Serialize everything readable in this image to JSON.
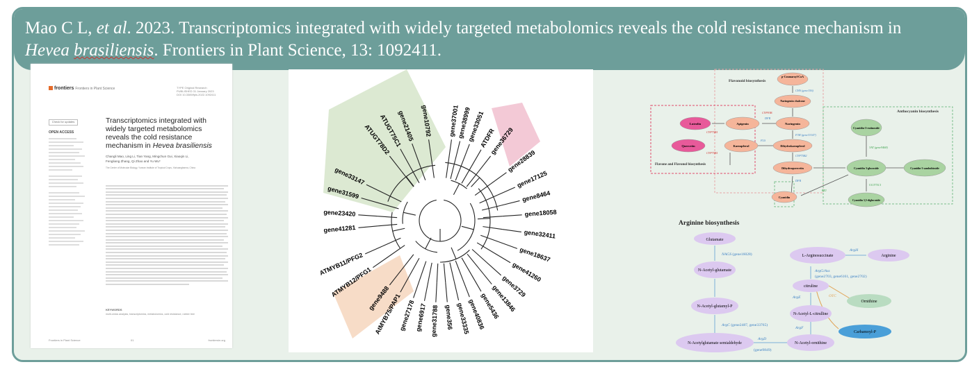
{
  "citation": {
    "authors": "Mao C L, ",
    "etal": "et al",
    "year_title": ". 2023. Transcriptomics integrated with widely targeted metabolomics reveals the cold resistance mechanism in ",
    "species_genus": "Hevea",
    "species_epithet": "brasiliensis",
    "journal": ". Frontiers in Plant Science, 13: 1092411."
  },
  "paper": {
    "logo": "frontiers",
    "journal_small": "Frontiers in Plant Science",
    "type_label": "TYPE Original Research",
    "published_label": "PUBLISHED 31 January 2023",
    "doi_label": "DOI 10.3389/fpls.2022.1092411",
    "check_updates": "Check for updates",
    "open_access": "OPEN ACCESS",
    "title_line1": "Transcriptomics integrated with",
    "title_line2": "widely targeted metabolomics",
    "title_line3": "reveals the cold resistance",
    "title_line4a": "mechanism in ",
    "title_line4b": "Hevea brasiliensis",
    "authors_line1": "Changli Mao, Ling Li, Tian Yang, Mingchun Gui, Xiaoqin Li,",
    "authors_line2": "Fengliang Zhang, Qi Zhao and Yu Wu*",
    "affiliation": "The Center of Molecular Biology, Yunnan Institute of Tropical Crops, Xishuangbanna, China",
    "keywords_label": "KEYWORDS",
    "keywords": "multi-omics analysis, transcriptomics, metabolomics, cold resistance, rubber tree",
    "footer_left": "Frontiers in Plant Science",
    "footer_mid": "01",
    "footer_right": "frontiersin.org"
  },
  "tree": {
    "labels": [
      {
        "text": "gene37001",
        "angle": -82
      },
      {
        "text": "gene38999",
        "angle": -76
      },
      {
        "text": "gene33051",
        "angle": -69
      },
      {
        "text": "ATDFR",
        "angle": -60
      },
      {
        "text": "gene36729",
        "angle": -52
      },
      {
        "text": "gene28839",
        "angle": -36
      },
      {
        "text": "gene17125",
        "angle": -24
      },
      {
        "text": "gene8464",
        "angle": -14
      },
      {
        "text": "gene18058",
        "angle": -4
      },
      {
        "text": "gene32411",
        "angle": 8
      },
      {
        "text": "gene18637",
        "angle": 20
      },
      {
        "text": "gene41260",
        "angle": 31
      },
      {
        "text": "gene3729",
        "angle": 42
      },
      {
        "text": "gene13846",
        "angle": 51
      },
      {
        "text": "gene5436",
        "angle": 60
      },
      {
        "text": "gene40836",
        "angle": 69
      },
      {
        "text": "gene33335",
        "angle": 77
      },
      {
        "text": "gene356",
        "angle": 85
      },
      {
        "text": "gene31788",
        "angle": 93
      },
      {
        "text": "gene6917",
        "angle": 101
      },
      {
        "text": "gene27178",
        "angle": 109
      },
      {
        "text": "AtMYB75/PAP1",
        "angle": 119
      },
      {
        "text": "gene9488",
        "angle": 128
      },
      {
        "text": "ATMYB12/PFG1",
        "angle": 145
      },
      {
        "text": "ATMYB11/PFG2",
        "angle": 156
      },
      {
        "text": "gene41281",
        "angle": 175
      },
      {
        "text": "gene23420",
        "angle": 184
      },
      {
        "text": "gene31599",
        "angle": 196
      },
      {
        "text": "gene33147",
        "angle": 206
      },
      {
        "text": "ATUGT78D2",
        "angle": 232
      },
      {
        "text": "ATUGT75C1",
        "angle": 241
      },
      {
        "text": "gene21405",
        "angle": 250
      },
      {
        "text": "gene10792",
        "angle": 262
      }
    ]
  },
  "flavonoid": {
    "title": "Flavonoid biosynthesis",
    "anthocyanin_title": "Anthocyanin biosynthesis",
    "flavone_title": "Flavone and Flavonol biosynthesis",
    "nodes": {
      "pcoumaroyl": "p-Coumaroyl-CoA",
      "naringenin_chalcone": "Naringenin chalcone",
      "naringenin": "Naringenin",
      "apigenin": "Apigenin",
      "luteolin": "Luteolin",
      "kaempferol": "Kaempferol",
      "dihydrokaempferol": "Dihydrokaempferol",
      "quercetin": "Quercetin",
      "dihydroquercetin": "Dihydroquercetin",
      "cyanidin": "Cyanidin",
      "cyanidin3_rutinoside": "Cyanidin-3-rutinoside",
      "cyanidin3_glucoside": "Cyanidin 3-glucoside",
      "cyanidin3_sambubioside": "Cyanidin-3-sambubioside",
      "cyanidin35_diglucoside": "Cyanidin 3,5-diglucoside"
    },
    "enzymes": {
      "chs": "CHS (gene356)",
      "cyp93b": "CYP93B",
      "dfr_top": "DFR",
      "f3h": "F3H (gene33147)",
      "cyp75b1_a": "CYP75B1",
      "fls": "FLS",
      "cyp75b2": "CYP75B2",
      "cyp75b1_b": "CYP75B1",
      "dfr_bottom": "DFR",
      "sat": "3AT (gene9468)",
      "ugt75c1": "UGT75C1",
      "bz1": "BZ1"
    }
  },
  "arginine": {
    "title": "Arginine biosynthesis",
    "nodes": {
      "glutamate": "Glutamate",
      "n_acetyl_glutamate": "N-Acetyl-glutamate",
      "n_acetyl_glutamyl_p": "N-Acetyl-glutamyl-P",
      "n_acetylglutamate_semialdehyde": "N-Acetylglutamate semialdehyde",
      "n_acetyl_ornithine": "N-Acetyl-ornithine",
      "n_acetyl_l_citrulline": "N-Acetyl-L-citrulline",
      "citruline": "citruline",
      "l_arginosuccinate": "L-Arginosuccinate",
      "arginine": "Arginine",
      "ornithine": "Ornithine",
      "carbamoyl_p": "Carbamoyl-P"
    },
    "enzymes": {
      "nags": "NAGS",
      "nags_gene": " (gene16028)",
      "argc": "ArgC",
      "argc_gene": " (gene2487, gene33765)",
      "argd": "ArgD",
      "argd_gene": "(gene9849)",
      "argf": "ArgF",
      "arge": "ArgE",
      "otc": "OTC",
      "arggas": "ArgG/Ass",
      "arggas_gene": "(gene2703, gene6161, gene2702)",
      "argh": "ArgH"
    }
  },
  "colors": {
    "banner": "#6d9e9a",
    "card_bg": "#e9f1ea",
    "green_clade": "#dce9d2",
    "pink_clade": "#f3c9d6",
    "peach_clade": "#f7dcc7",
    "enzyme_blue": "#3a7fc4",
    "enzyme_red": "#d0312d",
    "node_salmon": "#f5b59a",
    "node_green": "#a9d3a1",
    "node_purple": "#dcc9f0"
  }
}
